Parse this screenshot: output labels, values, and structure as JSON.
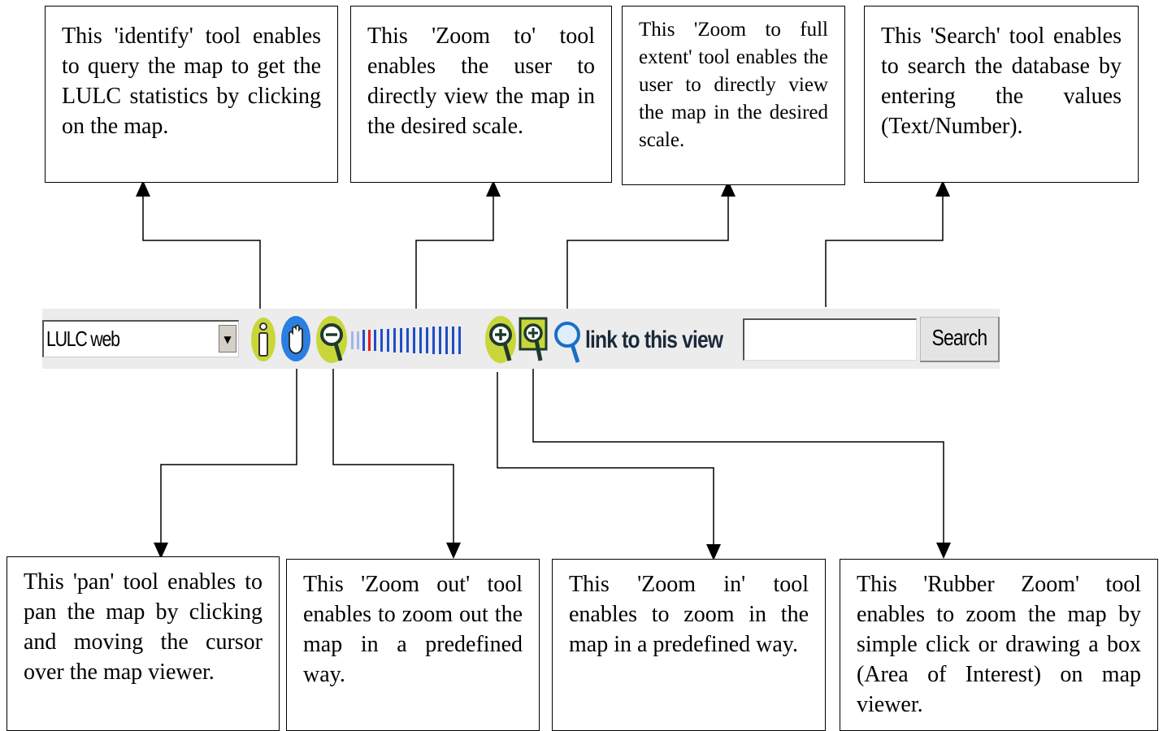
{
  "callouts_top": [
    {
      "text": "This 'identify' tool enables to query the map to get the LULC statistics by clicking on the map."
    },
    {
      "text": "This 'Zoom to' tool enables the user to directly view the map in the desired scale."
    },
    {
      "text": "This 'Zoom to full extent' tool enables the user to directly view the map in the desired scale."
    },
    {
      "text": "This 'Search' tool enables to search the database by entering the values (Text/Number)."
    }
  ],
  "callouts_bottom": [
    {
      "text": "This 'pan' tool enables to pan the map by clicking and moving the cursor over the map viewer."
    },
    {
      "text": "This 'Zoom out' tool enables to zoom out the map in a predefined way."
    },
    {
      "text": "This 'Zoom in' tool enables to zoom in the map in a predefined way."
    },
    {
      "text": "This 'Rubber Zoom' tool enables to zoom the map by simple click or drawing a box (Area of Interest) on map viewer."
    }
  ],
  "toolbar": {
    "layer_select_value": "LULC web",
    "link_label": "link to this view",
    "search_value": "",
    "search_button_label": "Search",
    "icons": [
      "info-icon",
      "pan-hand-icon",
      "zoom-out-icon",
      "zoom-scale-bar",
      "zoom-in-icon",
      "rubber-zoom-icon",
      "full-extent-icon"
    ]
  },
  "colors": {
    "icon_ring": "#c9d63a",
    "scale_red": "#e02020",
    "scale_blue": "#1e4ec8",
    "toolbar_bg": "#ececec"
  }
}
